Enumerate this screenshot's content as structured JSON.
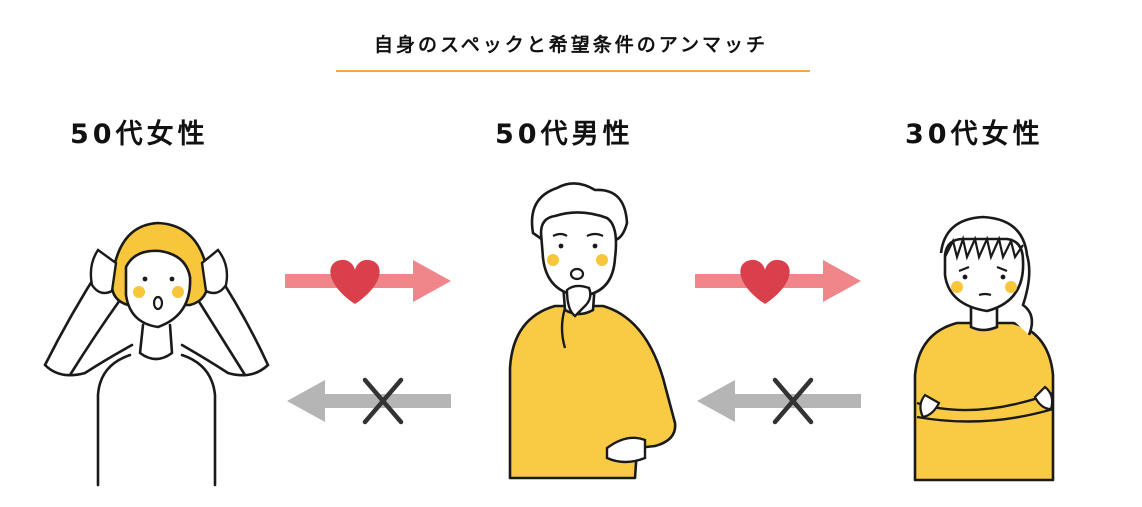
{
  "title": "自身のスペックと希望条件のアンマッチ",
  "people": {
    "left": {
      "label": "50代女性"
    },
    "center": {
      "label": "50代男性"
    },
    "right": {
      "label": "30代女性"
    }
  },
  "colors": {
    "accent_line": "#f2a74a",
    "hair_yellow": "#f7c63a",
    "shirt_yellow": "#f9cb45",
    "heart": "#d9404b",
    "arrow_pink": "#f0858a",
    "arrow_gray": "#b5b5b5",
    "cross": "#333333"
  },
  "icons": {
    "like": "heart-icon",
    "reject": "cross-icon"
  }
}
